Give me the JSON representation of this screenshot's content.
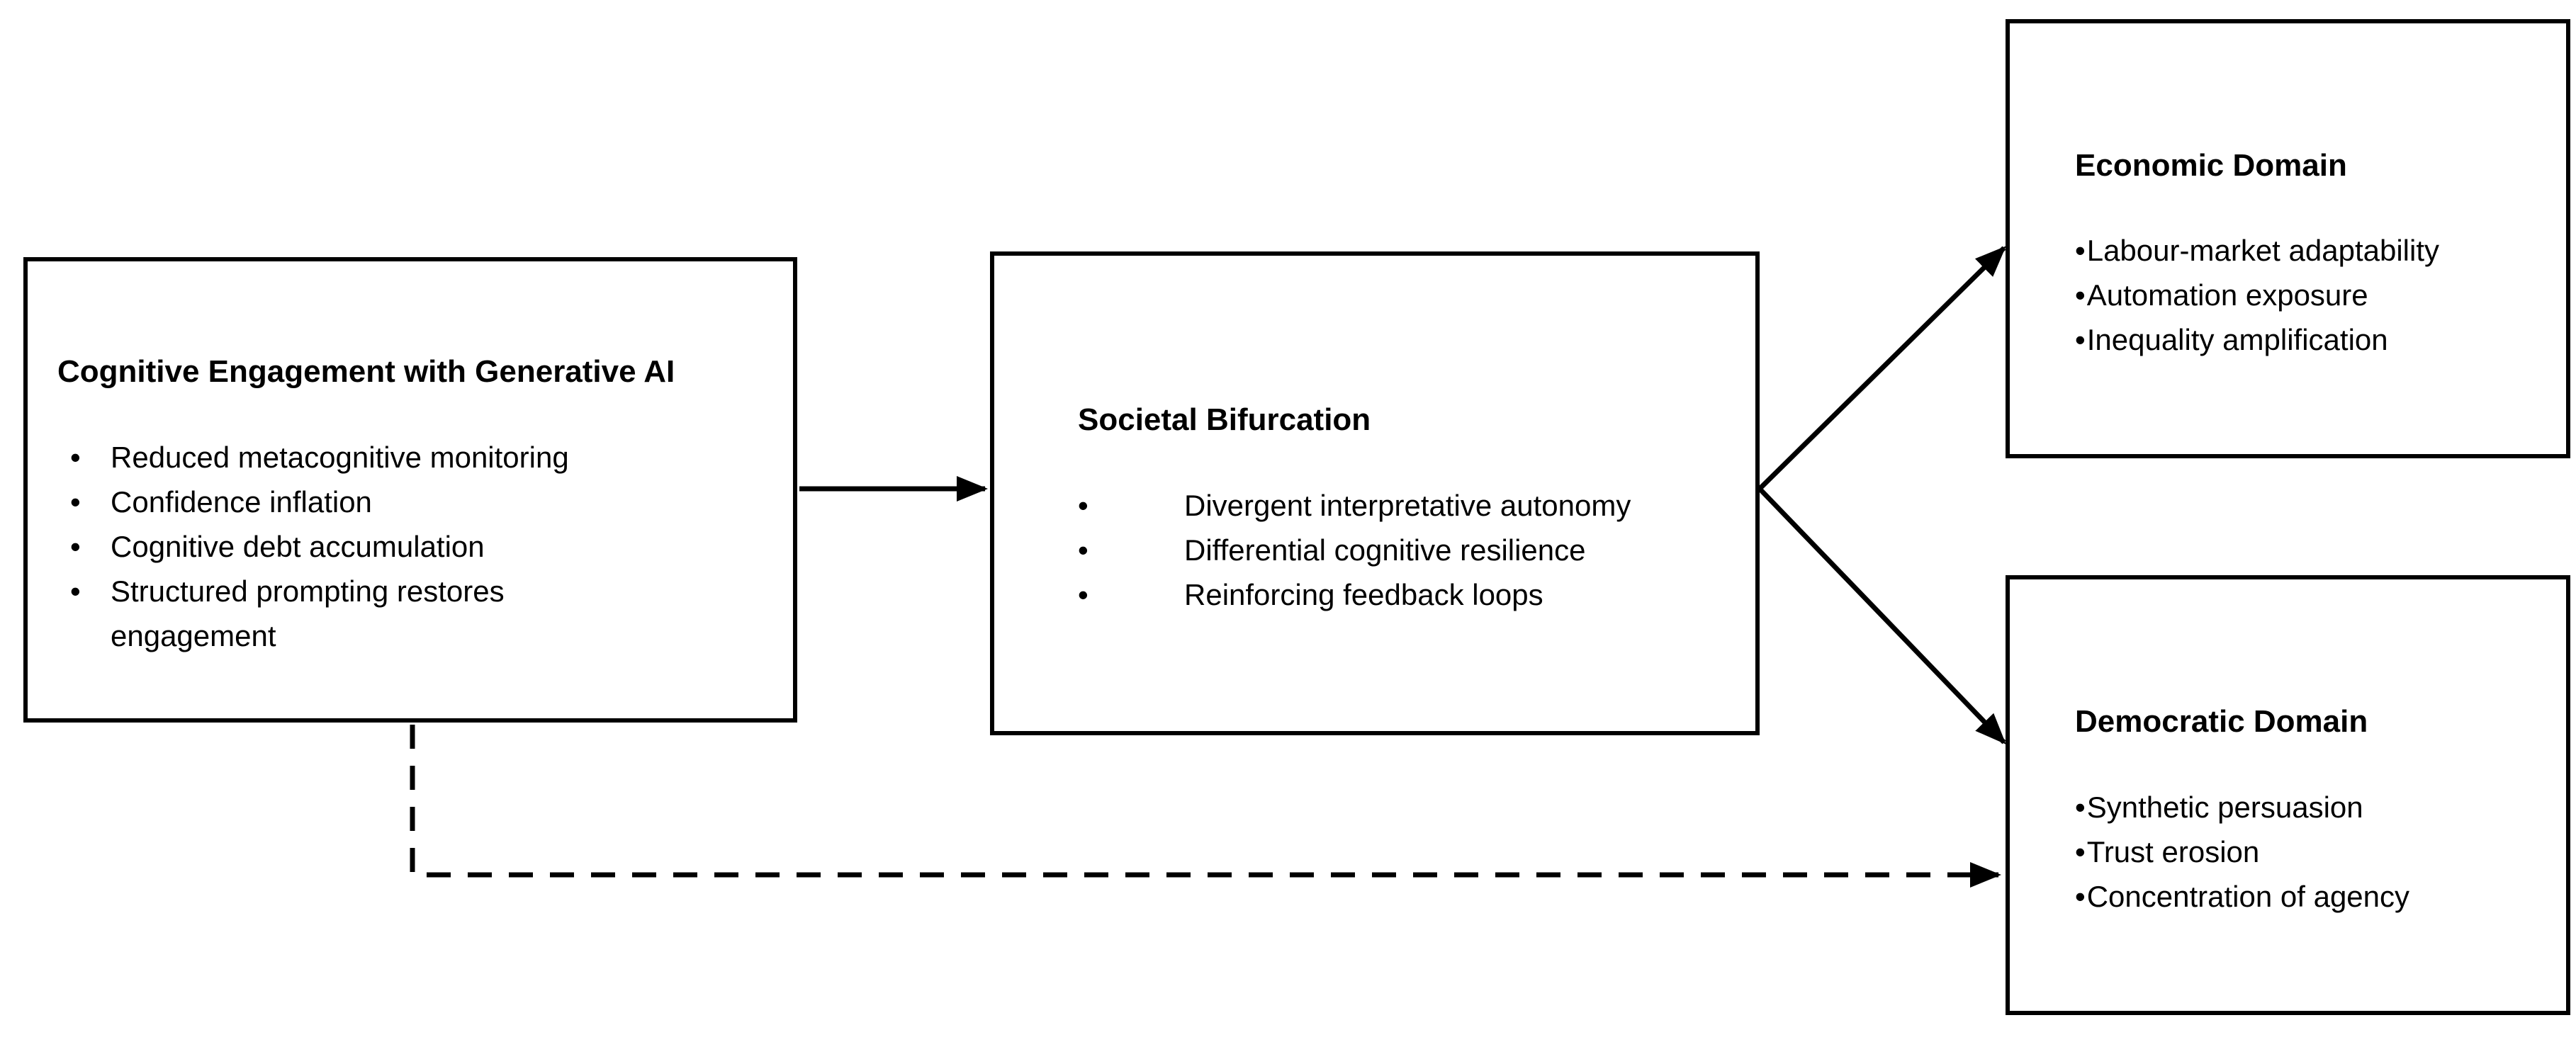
{
  "diagram": {
    "background_color": "#ffffff",
    "stroke_color": "#000000",
    "bullet_char": "•",
    "nodes": {
      "cognitive": {
        "title": "Cognitive Engagement with Generative AI",
        "items": [
          "Reduced metacognitive monitoring",
          "Confidence inflation",
          "Cognitive debt accumulation",
          "Structured prompting restores engagement"
        ]
      },
      "societal": {
        "title": "Societal Bifurcation",
        "items": [
          "Divergent interpretative autonomy",
          "Differential cognitive resilience",
          "Reinforcing feedback loops"
        ]
      },
      "economic": {
        "title": "Economic Domain",
        "items": [
          "Labour-market adaptability",
          "Automation exposure",
          "Inequality amplification"
        ]
      },
      "democratic": {
        "title": "Democratic Domain",
        "items": [
          "Synthetic persuasion",
          "Trust erosion",
          "Concentration of agency"
        ]
      }
    },
    "edges": [
      {
        "from": "cognitive",
        "to": "societal",
        "style": "solid"
      },
      {
        "from": "societal",
        "to": "economic",
        "style": "solid"
      },
      {
        "from": "societal",
        "to": "democratic",
        "style": "solid"
      },
      {
        "from": "cognitive",
        "to": "democratic",
        "style": "dashed"
      }
    ]
  }
}
